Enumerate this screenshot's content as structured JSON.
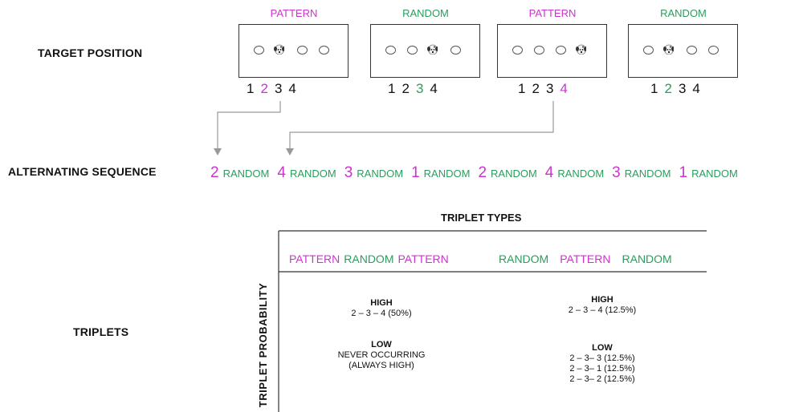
{
  "labels": {
    "target_position": "TARGET POSITION",
    "alternating_sequence": "ALTERNATING SEQUENCE",
    "triplets": "TRIPLETS"
  },
  "panels": [
    {
      "header": "PATTERN",
      "header_color": "#cc33cc",
      "target": 2,
      "numbers": [
        "1",
        "2",
        "3",
        "4"
      ],
      "highlight_index": 1,
      "highlight_color": "#cc33cc"
    },
    {
      "header": "RANDOM",
      "header_color": "#2a9d5c",
      "target": 3,
      "numbers": [
        "1",
        "2",
        "3",
        "4"
      ],
      "highlight_index": 2,
      "highlight_color": "#2a9d5c"
    },
    {
      "header": "PATTERN",
      "header_color": "#cc33cc",
      "target": 4,
      "numbers": [
        "1",
        "2",
        "3",
        "4"
      ],
      "highlight_index": 3,
      "highlight_color": "#cc33cc"
    },
    {
      "header": "RANDOM",
      "header_color": "#2a9d5c",
      "target": 2,
      "numbers": [
        "1",
        "2",
        "3",
        "4"
      ],
      "highlight_index": 1,
      "highlight_color": "#2a9d5c"
    }
  ],
  "sequence": [
    {
      "text": "2",
      "kind": "pattern"
    },
    {
      "text": "RANDOM",
      "kind": "random"
    },
    {
      "text": "4",
      "kind": "pattern"
    },
    {
      "text": "RANDOM",
      "kind": "random"
    },
    {
      "text": "3",
      "kind": "pattern"
    },
    {
      "text": "RANDOM",
      "kind": "random"
    },
    {
      "text": "1",
      "kind": "pattern"
    },
    {
      "text": "RANDOM",
      "kind": "random"
    },
    {
      "text": "2",
      "kind": "pattern"
    },
    {
      "text": "RANDOM",
      "kind": "random"
    },
    {
      "text": "4",
      "kind": "pattern"
    },
    {
      "text": "RANDOM",
      "kind": "random"
    },
    {
      "text": "3",
      "kind": "pattern"
    },
    {
      "text": "RANDOM",
      "kind": "random"
    },
    {
      "text": "1",
      "kind": "pattern"
    },
    {
      "text": "RANDOM",
      "kind": "random"
    }
  ],
  "table": {
    "title": "TRIPLET TYPES",
    "row_axis_label": "TRIPLET  PROBABILITY",
    "col1_header": [
      {
        "text": "PATTERN",
        "kind": "pattern"
      },
      {
        "text": "RANDOM",
        "kind": "random"
      },
      {
        "text": "PATTERN",
        "kind": "pattern"
      }
    ],
    "col2_header": [
      {
        "text": "RANDOM",
        "kind": "random"
      },
      {
        "text": "PATTERN",
        "kind": "pattern"
      },
      {
        "text": "RANDOM",
        "kind": "random"
      }
    ],
    "col1": {
      "high_label": "HIGH",
      "high_values": [
        "2 – 3 – 4 (50%)"
      ],
      "low_label": "LOW",
      "low_values": [
        "NEVER OCCURRING",
        "(ALWAYS HIGH)"
      ]
    },
    "col2": {
      "high_label": "HIGH",
      "high_values": [
        "2 – 3 – 4 (12.5%)"
      ],
      "low_label": "LOW",
      "low_values": [
        "2 – 3– 3 (12.5%)",
        "2 – 3– 1 (12.5%)",
        "2 – 3– 2 (12.5%)"
      ]
    }
  },
  "colors": {
    "pattern": "#cc33cc",
    "random": "#2a9d5c",
    "arrow": "#9a9a9a"
  }
}
